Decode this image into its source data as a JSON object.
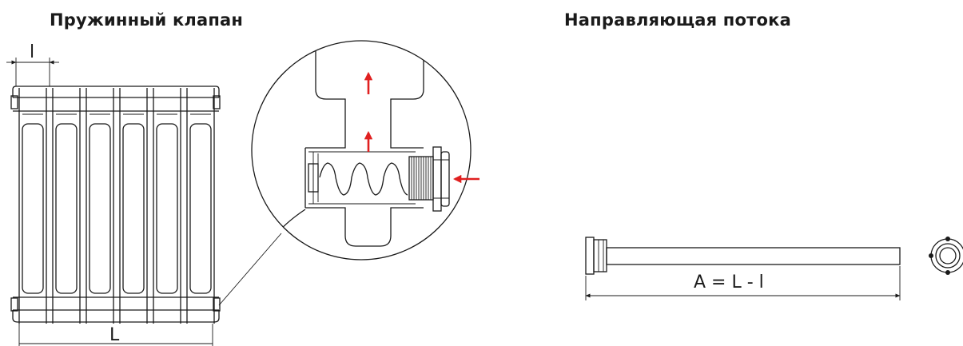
{
  "headings": {
    "left": "Пружинный клапан",
    "right": "Направляющая потока"
  },
  "dimensions": {
    "section_width": "l",
    "radiator_length": "L",
    "guide_length": "A = L - l"
  },
  "colors": {
    "line": "#1a1a1a",
    "flow_arrow": "#e02020",
    "background": "#ffffff"
  },
  "icons": {
    "flow_arrow": "arrow-icon",
    "valve_spring": "spring-icon"
  }
}
